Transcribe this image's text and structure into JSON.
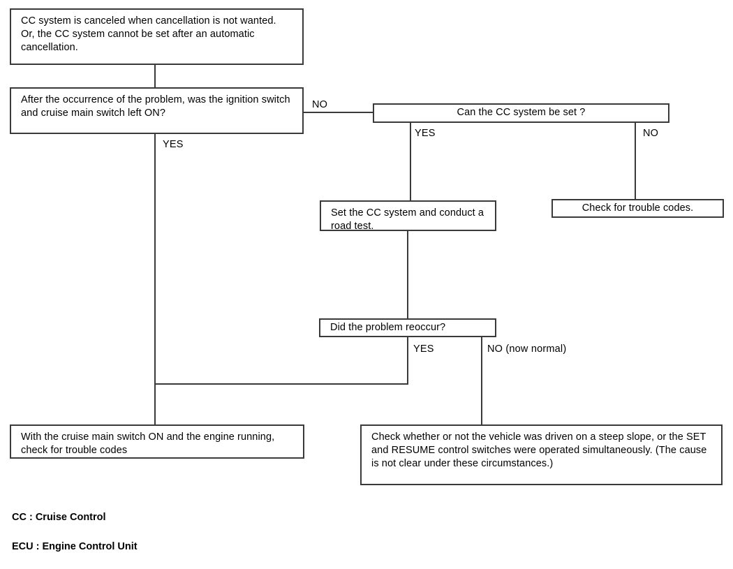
{
  "diagram": {
    "title": "CC System Diagnostic Troubleshooting Flowchart",
    "line_color": "#3a3a3a",
    "text_color": "#000000",
    "background": "#ffffff",
    "nodes": {
      "symptom": {
        "text": "CC system is canceled when cancellation is not wanted.\nOr, the CC system cannot be set after an automatic cancellation."
      },
      "question_ignition": {
        "text": "After the occurrence of the problem, was the ignition switch and cruise main switch left ON?"
      },
      "question_can_set": {
        "text": "Can the CC system be set ?"
      },
      "check_trouble_codes": {
        "text": "Check for trouble codes."
      },
      "set_and_road_test": {
        "text": "Set the CC system and conduct a road test."
      },
      "question_reoccur": {
        "text": "Did the problem reoccur?"
      },
      "cruise_switch_on_check": {
        "text": "With the cruise main switch ON and the engine running, check for trouble codes"
      },
      "steep_slope_check": {
        "text": "Check whether or not the vehicle was driven on a steep slope, or the SET and RESUME control switches were operated simultaneously. (The cause is not clear under these circumstances.)"
      }
    },
    "edge_labels": {
      "ignition_no": "NO",
      "ignition_yes": "YES",
      "can_set_yes": "YES",
      "can_set_no": "NO",
      "reoccur_yes": "YES",
      "reoccur_no": "NO (now normal)"
    },
    "legend": {
      "line1": "CC : Cruise Control",
      "line2": "ECU : Engine Control Unit"
    }
  }
}
